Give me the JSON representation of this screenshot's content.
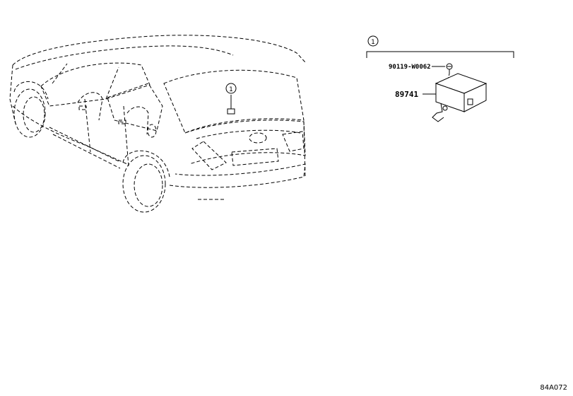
{
  "diagram": {
    "callout_marker": "1",
    "parts": [
      {
        "number": "90119-W0062",
        "description": "screw/bolt"
      },
      {
        "number": "89741",
        "description": "control module"
      }
    ],
    "reference_code": "84A072"
  }
}
